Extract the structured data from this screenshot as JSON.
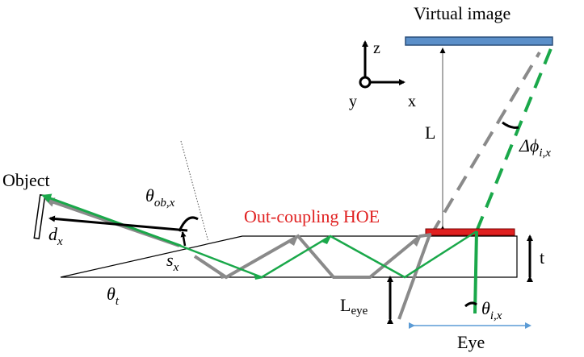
{
  "diagram": {
    "labels": {
      "virtual_image": "Virtual image",
      "axis_z": "z",
      "axis_x": "x",
      "axis_y": "y",
      "distance_L": "L",
      "delta_phi": "Δϕ",
      "delta_phi_sub": "i,x",
      "object": "Object",
      "theta_ob": "θ",
      "theta_ob_sub": "ob,x",
      "out_coupling": "Out-coupling HOE",
      "d": "d",
      "d_sub": "x",
      "s": "s",
      "s_sub": "x",
      "theta_t": "θ",
      "theta_t_sub": "t",
      "thickness": "t",
      "l_eye": "L",
      "l_eye_sub": "eye",
      "theta_i": "θ",
      "theta_i_sub": "i,x",
      "eye": "Eye"
    },
    "colors": {
      "green_ray": "#1aa84a",
      "gray_ray": "#8a8a8a",
      "virtual_image_fill": "#5b8fc9",
      "hoe_fill": "#e02020",
      "hoe_label": "#e02020",
      "eye_arrow": "#5b9bd5",
      "black": "#000000"
    }
  }
}
